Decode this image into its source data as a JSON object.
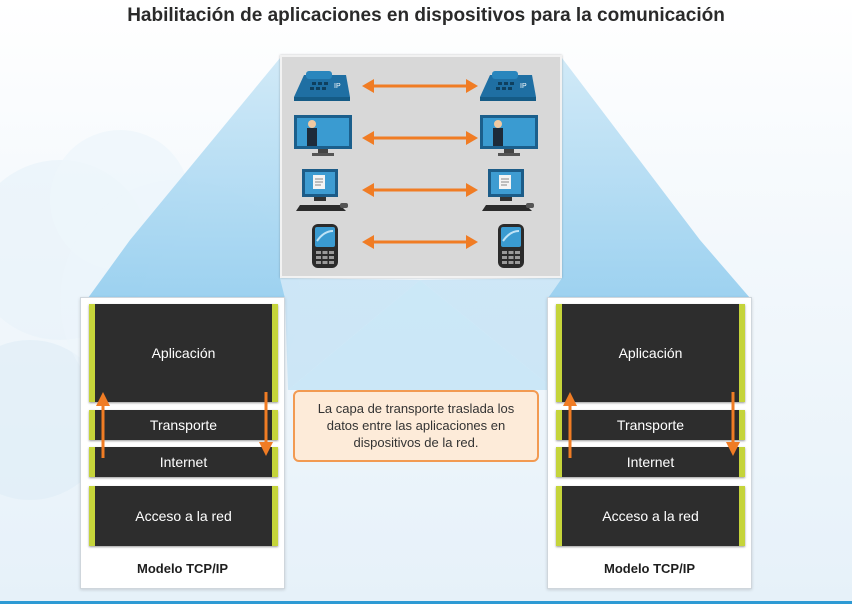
{
  "title": "Habilitación de aplicaciones en dispositivos para la comunicación",
  "devices": [
    {
      "name": "ip-phone",
      "icon": "ip-phone-icon",
      "badge": "IP"
    },
    {
      "name": "video-screen",
      "icon": "video-screen-icon"
    },
    {
      "name": "computer",
      "icon": "computer-icon"
    },
    {
      "name": "mobile-phone",
      "icon": "mobile-phone-icon"
    }
  ],
  "left_model": {
    "layers": [
      "Aplicación",
      "Transporte",
      "Internet",
      "Acceso a la red"
    ],
    "label": "Modelo TCP/IP"
  },
  "right_model": {
    "layers": [
      "Aplicación",
      "Transporte",
      "Internet",
      "Acceso a la red"
    ],
    "label": "Modelo TCP/IP"
  },
  "callout": {
    "text": "La capa de transporte traslada los datos entre las aplicaciones en dispositivos de la red."
  },
  "colors": {
    "arrow": "#f07c24",
    "layer_bg": "#2d2d2d",
    "layer_edge": "#c5d43a",
    "beam": "#a8d8f2",
    "callout_border": "#f29a52",
    "callout_bg": "#fdebd9"
  }
}
